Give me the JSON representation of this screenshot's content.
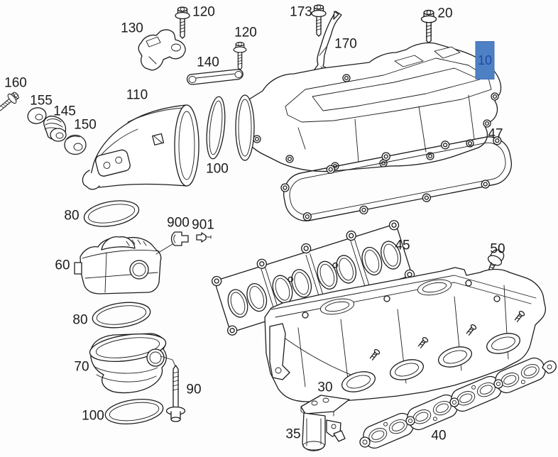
{
  "diagram": {
    "selected_part": "10",
    "colors": {
      "background": "#fdfdfd",
      "line": "#1c1c1c",
      "highlight_bg": "#4e80c4",
      "highlight_text": "#1e49a5",
      "highlight_border": "#416fb2"
    }
  },
  "labels": [
    {
      "text": "130"
    },
    {
      "text": "120"
    },
    {
      "text": "120"
    },
    {
      "text": "173"
    },
    {
      "text": "170"
    },
    {
      "text": "20"
    },
    {
      "text": "140"
    },
    {
      "text": "10"
    },
    {
      "text": "160"
    },
    {
      "text": "155"
    },
    {
      "text": "145"
    },
    {
      "text": "150"
    },
    {
      "text": "110"
    },
    {
      "text": "100"
    },
    {
      "text": "47"
    },
    {
      "text": "80"
    },
    {
      "text": "900"
    },
    {
      "text": "901"
    },
    {
      "text": "60"
    },
    {
      "text": "45"
    },
    {
      "text": "50"
    },
    {
      "text": "80"
    },
    {
      "text": "70"
    },
    {
      "text": "90"
    },
    {
      "text": "100"
    },
    {
      "text": "30"
    },
    {
      "text": "35"
    },
    {
      "text": "40"
    }
  ]
}
